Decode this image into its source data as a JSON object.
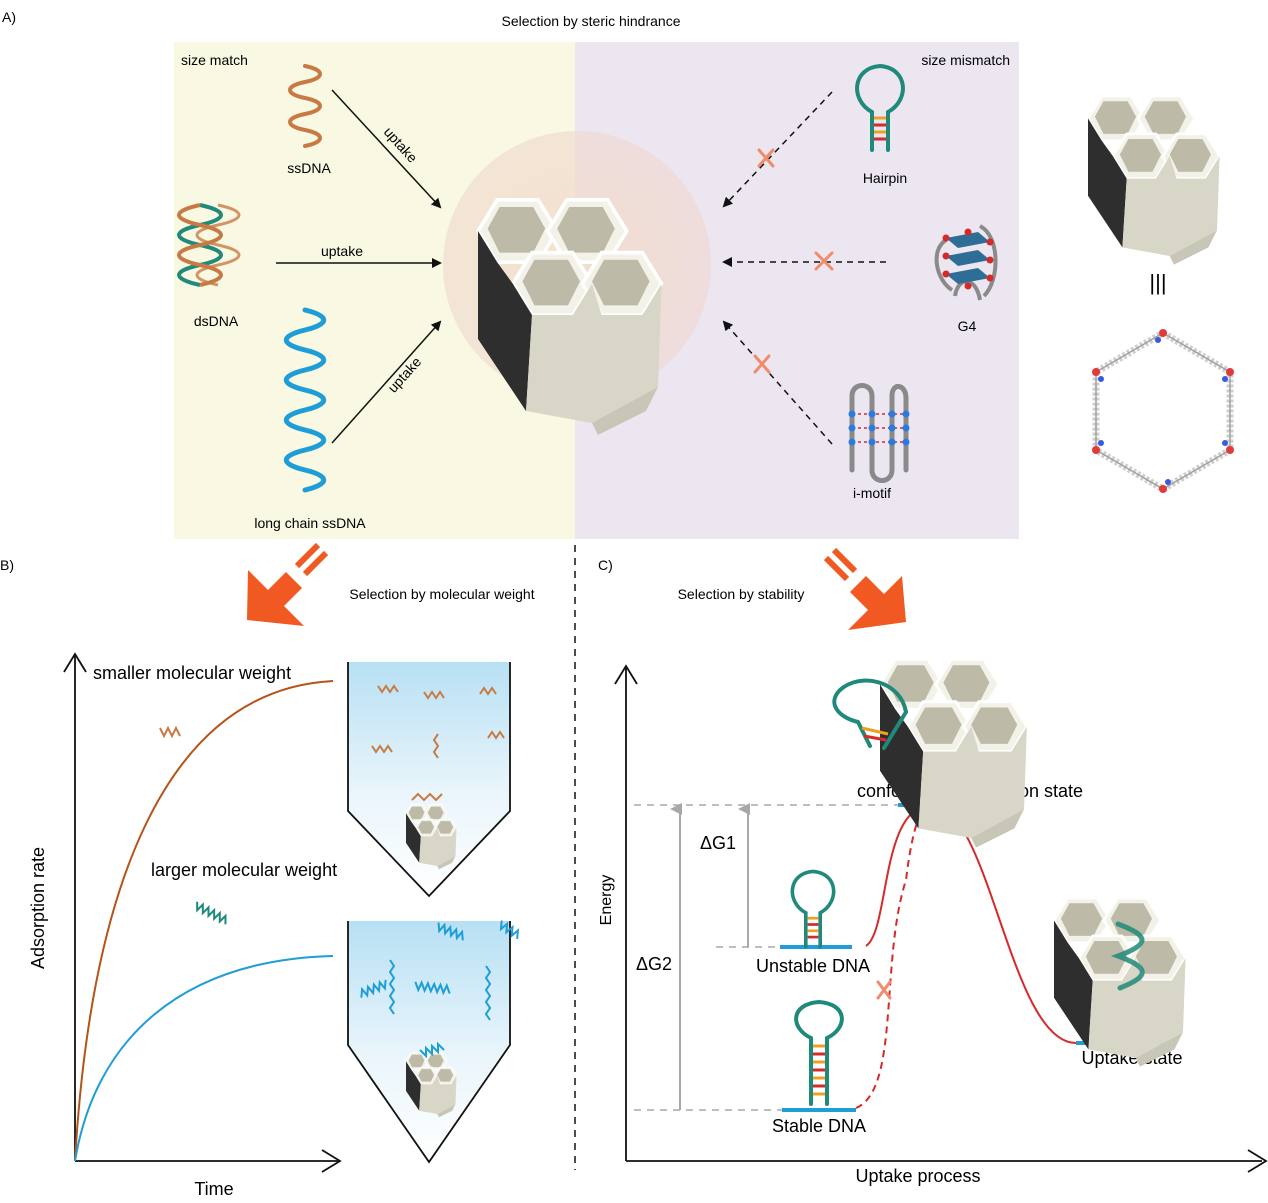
{
  "panelA": {
    "label": "A)",
    "title": "Selection by steric hindrance",
    "left_region": "size match",
    "right_region": "size mismatch",
    "ssdna": "ssDNA",
    "dsdna": "dsDNA",
    "long_ssdna": "long chain ssDNA",
    "uptake": "uptake",
    "hairpin": "Hairpin",
    "g4": "G4",
    "imotif": "i-motif",
    "equiv_symbol": "|||",
    "colors": {
      "match_bg": "#f8f8e3",
      "mismatch_bg": "#ece6f1",
      "orange_dna": "#c87a44",
      "teal_dna": "#1f8a7a",
      "blue_dna": "#1e9dd6",
      "blocked_x": "#f08c6c"
    }
  },
  "panelB": {
    "label": "B)",
    "title": "Selection by molecular weight",
    "smaller": "smaller molecular weight",
    "larger": "larger molecular weight",
    "ylabel": "Adsorption rate",
    "xlabel": "Time",
    "colors": {
      "smaller_curve": "#b5531a",
      "larger_curve": "#1e9dd6"
    }
  },
  "panelC": {
    "label": "C)",
    "title": "Selection by stability",
    "transition": "conformation transition state",
    "unstable": "Unstable DNA",
    "stable": "Stable DNA",
    "uptake_state": "Uptake state",
    "dg1": "ΔG1",
    "dg2": "ΔG2",
    "ylabel": "Energy",
    "xlabel": "Uptake process",
    "colors": {
      "energy_path": "#d42a2a",
      "level": "#1e9dd6"
    }
  }
}
